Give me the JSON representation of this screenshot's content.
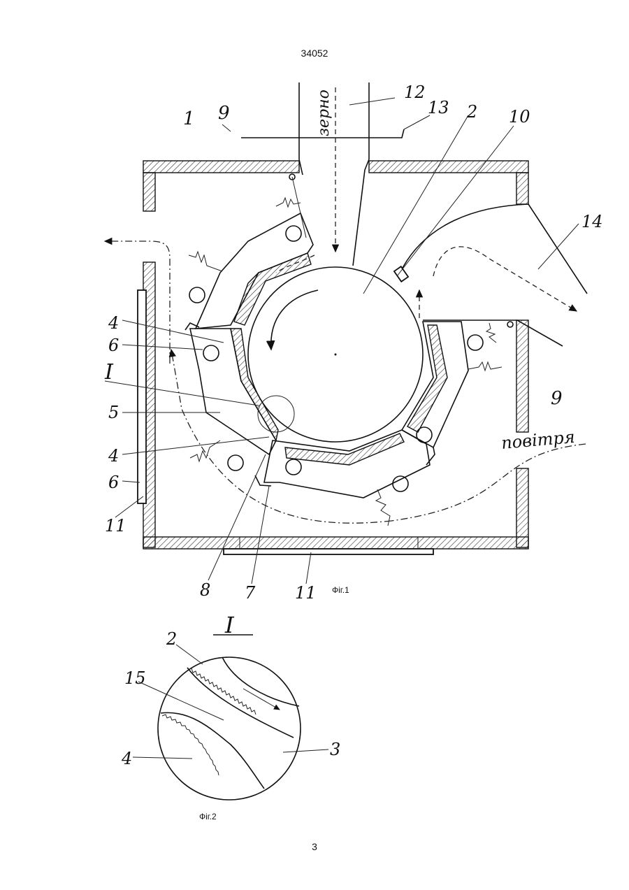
{
  "page": {
    "doc_number": "34052",
    "page_number": "3"
  },
  "fig1": {
    "caption": "Фіг.1",
    "label_grain": "зерно",
    "label_air": "повітря",
    "refs": {
      "r1": "1",
      "r9a": "9",
      "r12": "12",
      "r13": "13",
      "r2": "2",
      "r10": "10",
      "r14": "14",
      "r9b": "9",
      "r4a": "4",
      "r6a": "6",
      "rI": "I",
      "r5": "5",
      "r4b": "4",
      "r6b": "6",
      "r11a": "11",
      "r8": "8",
      "r7": "7",
      "r11b": "11"
    }
  },
  "fig2": {
    "caption": "Фіг.2",
    "title": "I",
    "refs": {
      "r2": "2",
      "r15": "15",
      "r3": "3",
      "r4": "4"
    }
  }
}
